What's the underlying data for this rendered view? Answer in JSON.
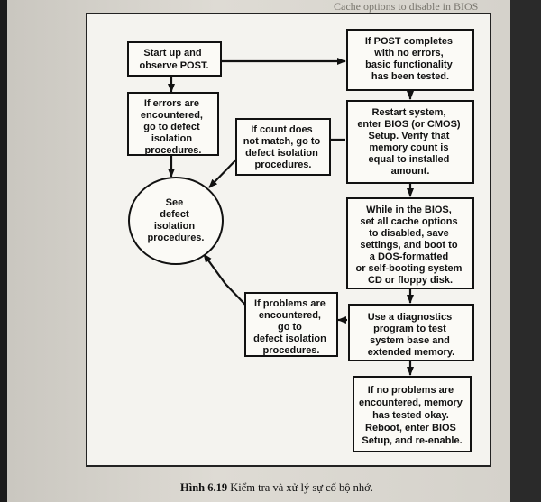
{
  "nodes": {
    "start": [
      "Start up and",
      "observe POST."
    ],
    "post_ok": [
      "If POST completes",
      "with no errors,",
      "basic functionality",
      "has been tested."
    ],
    "errors": [
      "If errors are",
      "encountered,",
      "go to defect",
      "isolation",
      "procedures."
    ],
    "restart": [
      "Restart system,",
      "enter BIOS (or CMOS)",
      "Setup. Verify that",
      "memory count is",
      "equal to installed",
      "amount."
    ],
    "count": [
      "If count does",
      "not match, go to",
      "defect isolation",
      "procedures."
    ],
    "see": [
      "See",
      "defect",
      "isolation",
      "procedures."
    ],
    "cache": [
      "While in the BIOS,",
      "set all cache options",
      "to disabled, save",
      "settings, and boot to",
      "a DOS-formatted",
      "or self-booting system",
      "CD or floppy disk."
    ],
    "problems": [
      "If problems are",
      "encountered,",
      "go to",
      "defect isolation",
      "procedures."
    ],
    "diag": [
      "Use a diagnostics",
      "program to test",
      "system base and",
      "extended memory."
    ],
    "noproblem": [
      "If no problems are",
      "encountered, memory",
      "has tested okay.",
      "Reboot, enter BIOS",
      "Setup, and re-enable."
    ]
  },
  "caption": {
    "label": "Hình 6.19",
    "text": "Kiểm tra và xử lý sự cố bộ nhớ."
  },
  "bleed_text": {
    "top": "Cache options to disable in BIOS"
  }
}
